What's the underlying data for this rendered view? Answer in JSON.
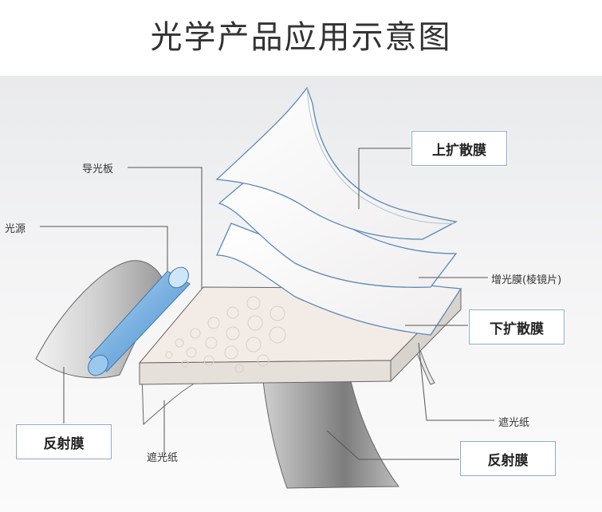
{
  "title": "光学产品应用示意图",
  "labels": {
    "light_guide": "导光板",
    "light_source": "光源",
    "upper_diffuser": "上扩散膜",
    "prism_film": "增光膜(棱镜片)",
    "lower_diffuser": "下扩散膜",
    "shading_paper_right": "遮光纸",
    "shading_paper_left": "遮光纸",
    "reflector_left": "反射膜",
    "reflector_right": "反射膜"
  },
  "colors": {
    "box_border": "#8aa9c6",
    "leader_line": "#555555",
    "film_edge": "#5a88b8",
    "lamp": "#7fb2e0"
  }
}
